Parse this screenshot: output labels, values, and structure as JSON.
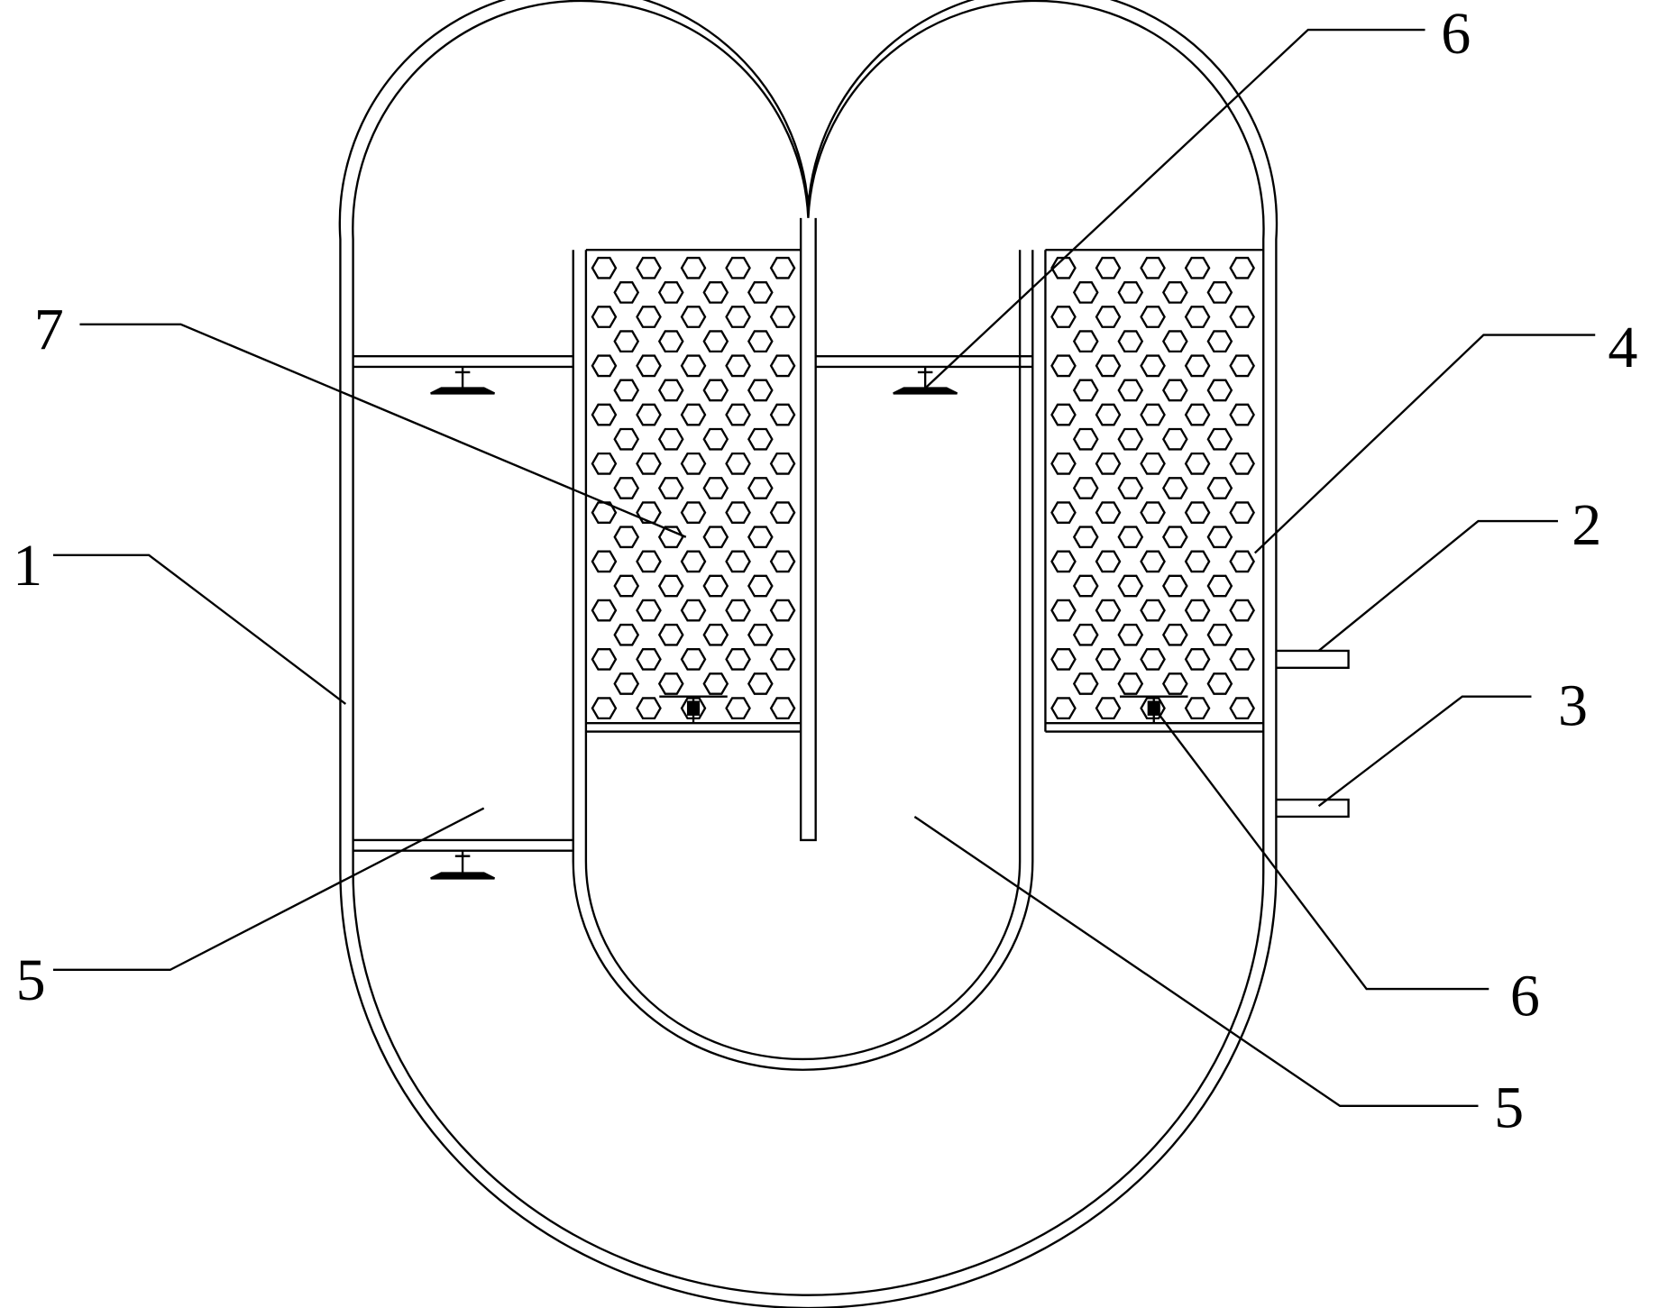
{
  "labels": {
    "inlet_pipe": "2",
    "outlet_pipe": "3",
    "packing_section_right": "4",
    "chamber_left": "5",
    "chamber_bottom": "5",
    "sprayer_top": "6",
    "sprayer_bottom": "6",
    "packing_section_left": "7",
    "outer_shell": "1"
  },
  "colors": {
    "line": "#000000",
    "background": "#ffffff"
  }
}
